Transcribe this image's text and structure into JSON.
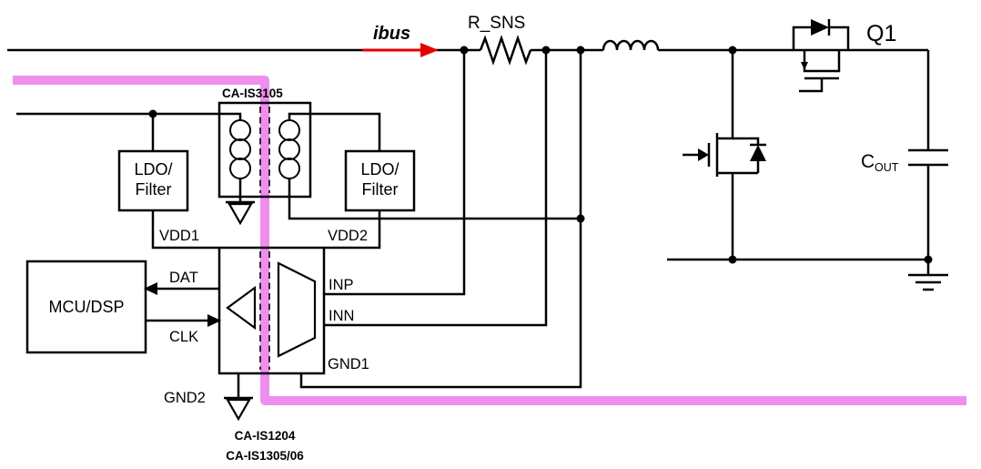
{
  "diagram": {
    "power_path": {
      "current_label": "ibus",
      "shunt_label": "R_SNS",
      "hs_fet_label": "Q1",
      "cap_label": "C",
      "cap_label_sub": "OUT"
    },
    "isolated_dcdc": {
      "part_number": "CA-IS3105",
      "ldo_left": {
        "line1": "LDO/",
        "line2": "Filter"
      },
      "ldo_right": {
        "line1": "LDO/",
        "line2": "Filter"
      }
    },
    "controller": {
      "label": "MCU/DSP"
    },
    "modulator": {
      "part_number_1": "CA-IS1204",
      "part_number_2": "CA-IS1305/06",
      "pins": {
        "vdd1": "VDD1",
        "vdd2": "VDD2",
        "dat": "DAT",
        "clk": "CLK",
        "inp": "INP",
        "inn": "INN",
        "gnd1": "GND1",
        "gnd2": "GND2"
      }
    },
    "colors": {
      "wire_black": "#000000",
      "part_number_blue": "#2222dd",
      "current_arrow_red": "#e50000",
      "isolation_highlight_pink": "#ee8fee"
    }
  }
}
